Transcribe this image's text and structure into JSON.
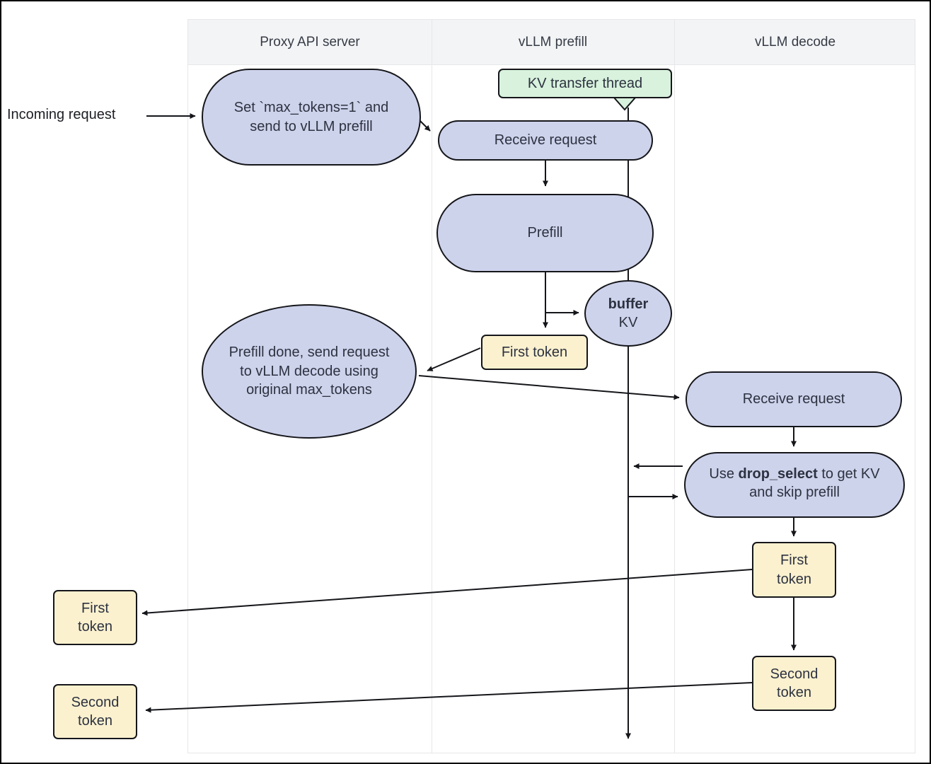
{
  "lanes": {
    "proxy": "Proxy API server",
    "prefill": "vLLM prefill",
    "decode": "vLLM decode"
  },
  "labels": {
    "incoming_request": "Incoming request"
  },
  "nodes": {
    "set_max_tokens": "Set `max_tokens=1` and send to vLLM prefill",
    "kv_transfer_thread": "KV transfer thread",
    "receive_request_prefill": "Receive request",
    "prefill": "Prefill",
    "buffer_kv": {
      "bold": "buffer",
      "rest": "KV"
    },
    "first_token_prefill": "First token",
    "prefill_done": "Prefill done, send request to vLLM decode using original max_tokens",
    "receive_request_decode": "Receive request",
    "drop_select": {
      "pre": "Use ",
      "bold": "drop_select",
      "post": " to get KV and skip prefill"
    },
    "first_token_decode": "First token",
    "second_token_decode": "Second token",
    "first_token_out": "First token",
    "second_token_out": "Second token"
  },
  "colors": {
    "process_fill": "#ced3ec",
    "token_fill": "#fbf1cf",
    "thread_fill": "#d8f2dd",
    "stroke": "#15161a",
    "lane_header_bg": "#f3f4f6",
    "lane_border": "#e7e7ea",
    "text": "#2d3240"
  }
}
